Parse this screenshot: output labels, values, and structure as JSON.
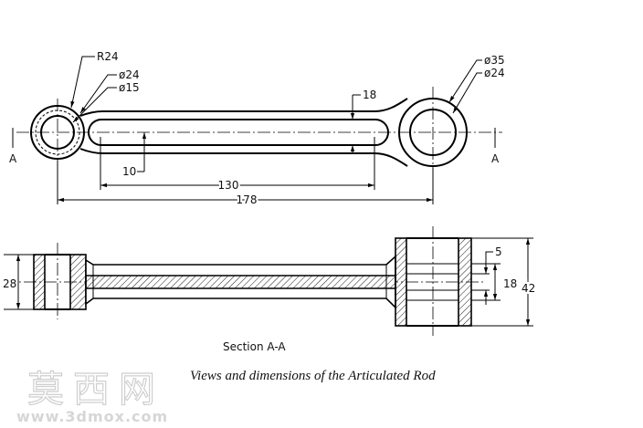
{
  "top_view": {
    "section_marks": [
      "A",
      "A"
    ],
    "dims": {
      "r24": "R24",
      "d24_left": "ø24",
      "d15": "ø15",
      "d35": "ø35",
      "d24_right": "ø24",
      "slot_width": "18",
      "slot_offset": "10",
      "slot_length": "130",
      "overall_length": "178"
    }
  },
  "section_view": {
    "title": "Section A-A",
    "dims": {
      "left_height": "28",
      "groove": "5",
      "inner": "18",
      "right_height": "42"
    }
  },
  "caption": "Views and dimensions of the Articulated Rod",
  "watermark": {
    "chinese": "莫西网",
    "url": "www.3dmox.com"
  }
}
